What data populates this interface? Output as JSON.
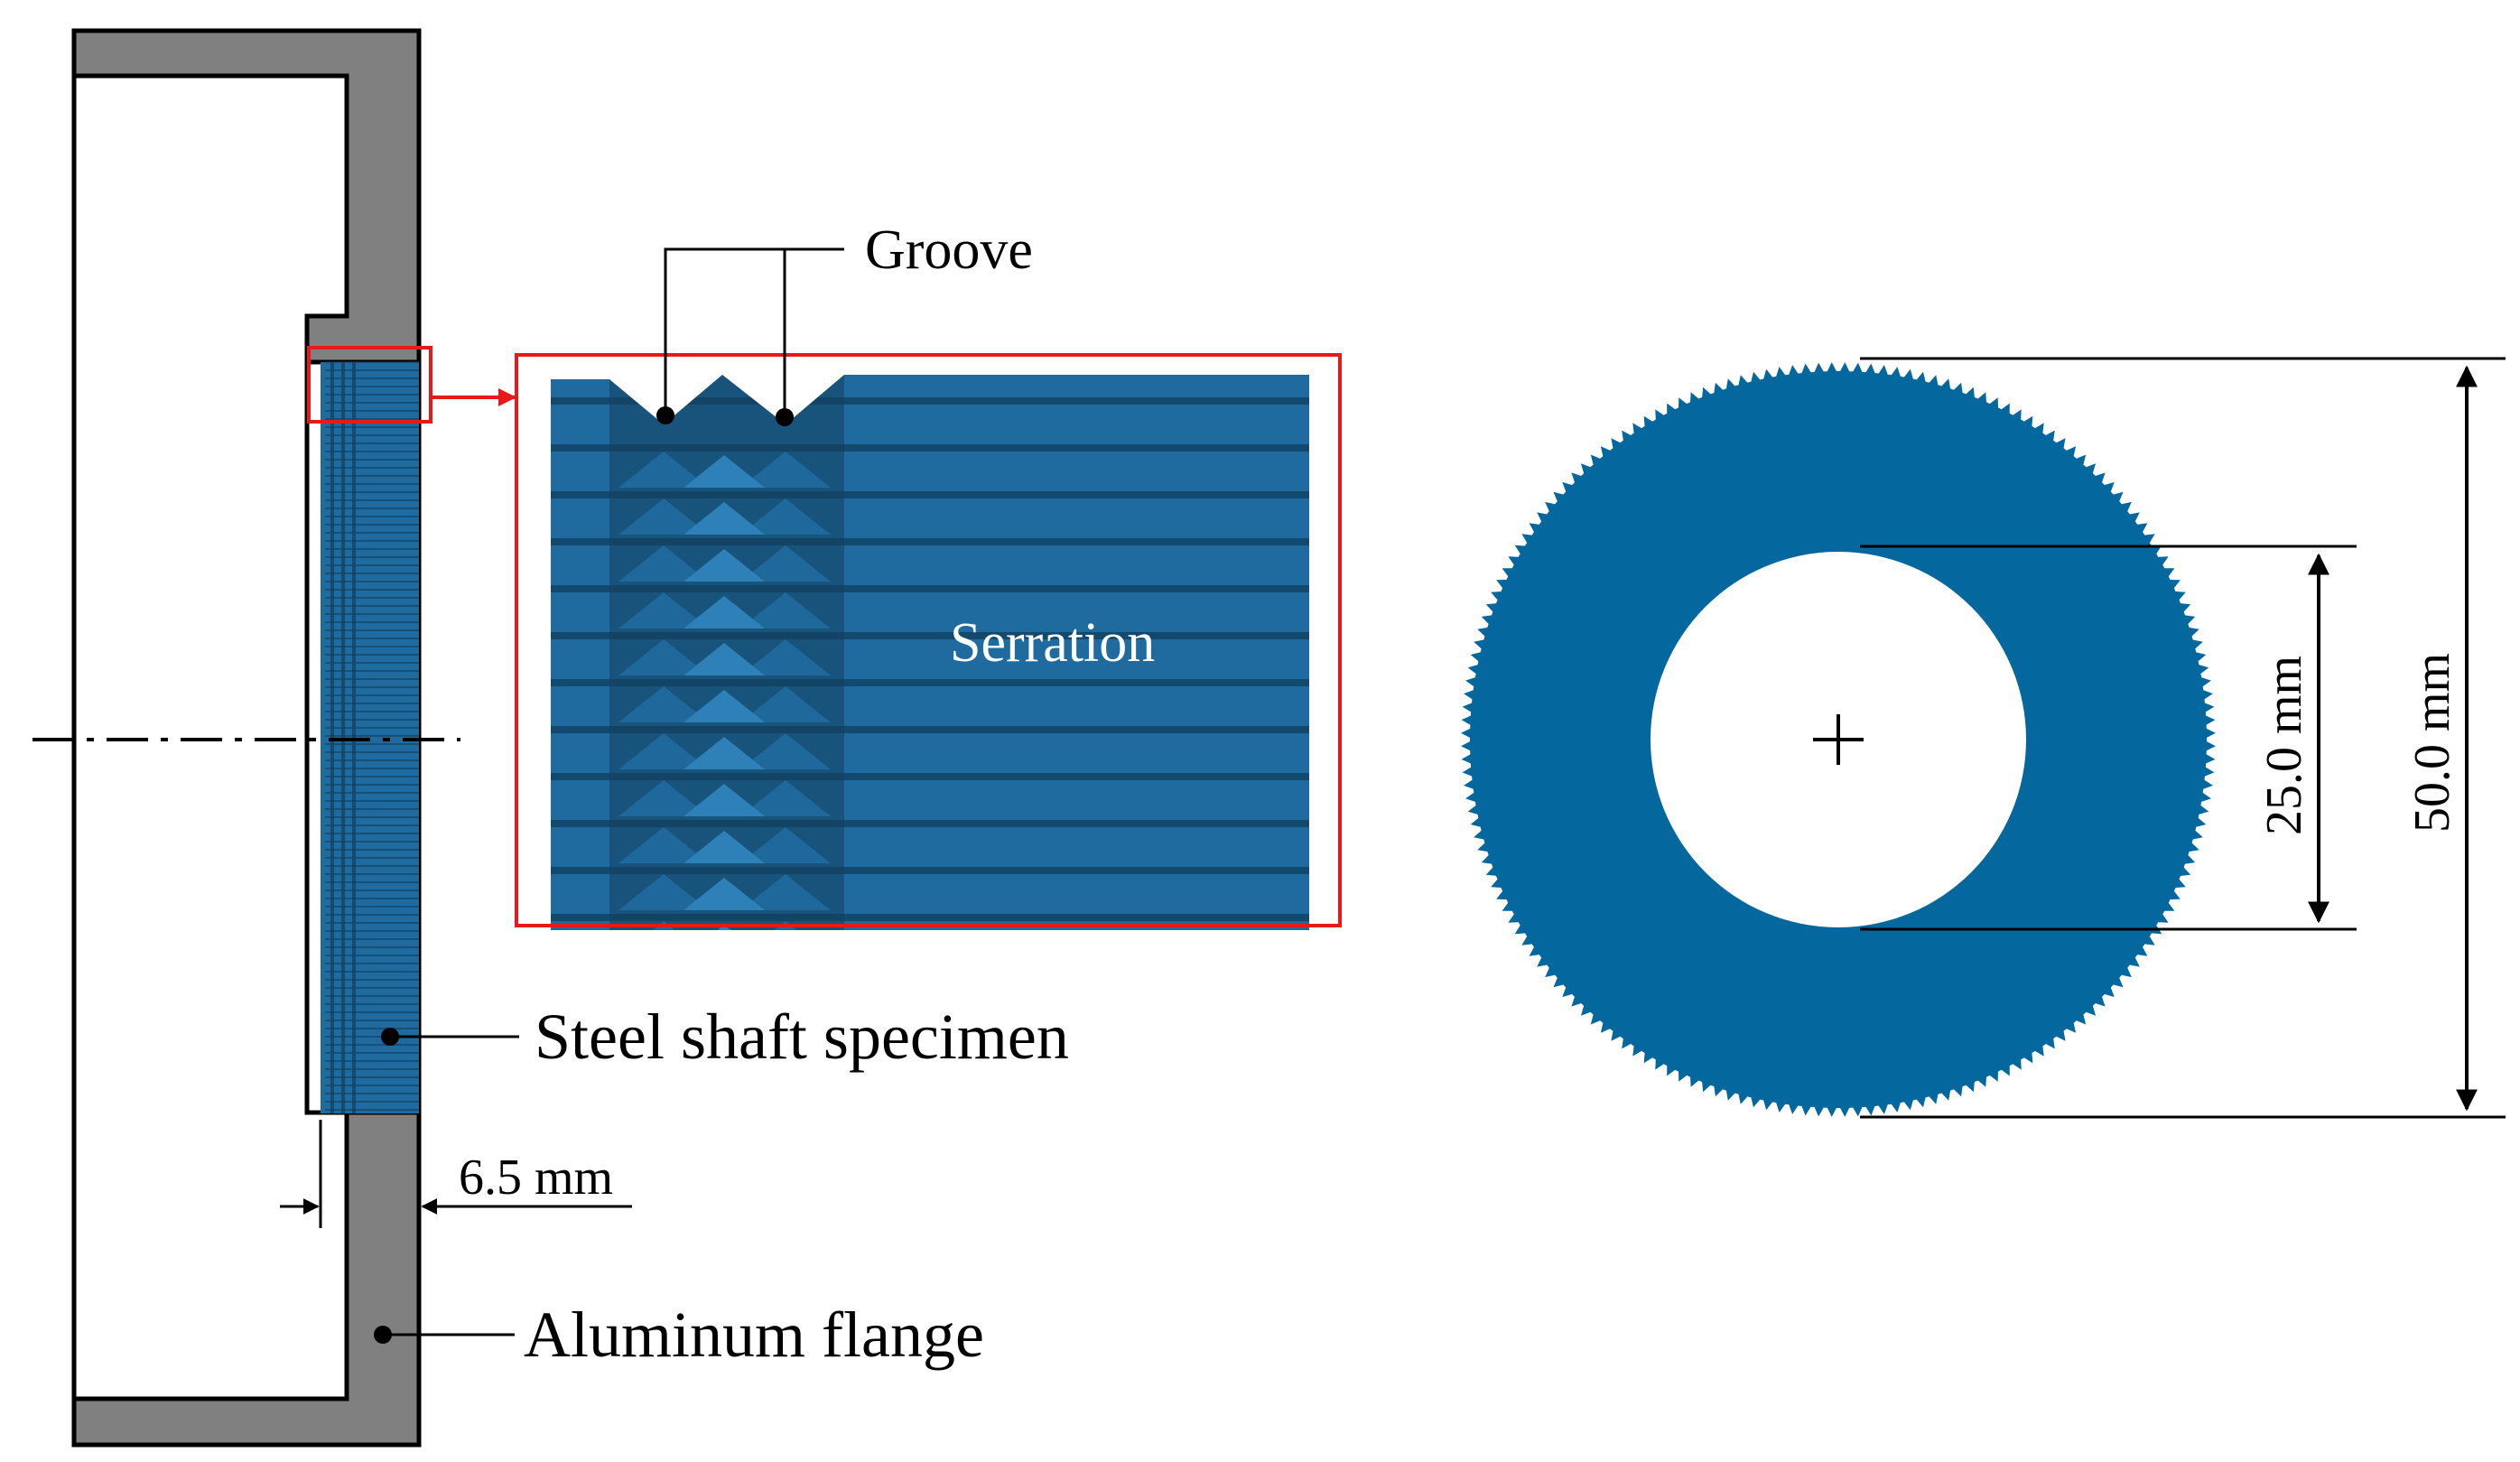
{
  "labels": {
    "groove": "Groove",
    "serration": "Serration",
    "steel_shaft": "Steel shaft specimen",
    "aluminum_flange": "Aluminum flange",
    "dim_thickness": "6.5 mm",
    "dim_inner": "25.0 mm",
    "dim_outer": "50.0 mm"
  },
  "colors": {
    "flange": "#808080",
    "shaft": "#1f6a9e",
    "shaft_dark": "#123f5e",
    "ring": "#04679e",
    "highlight": "#e8191b",
    "line": "#000000"
  },
  "icons": {
    "center_mark": "plus-icon"
  }
}
